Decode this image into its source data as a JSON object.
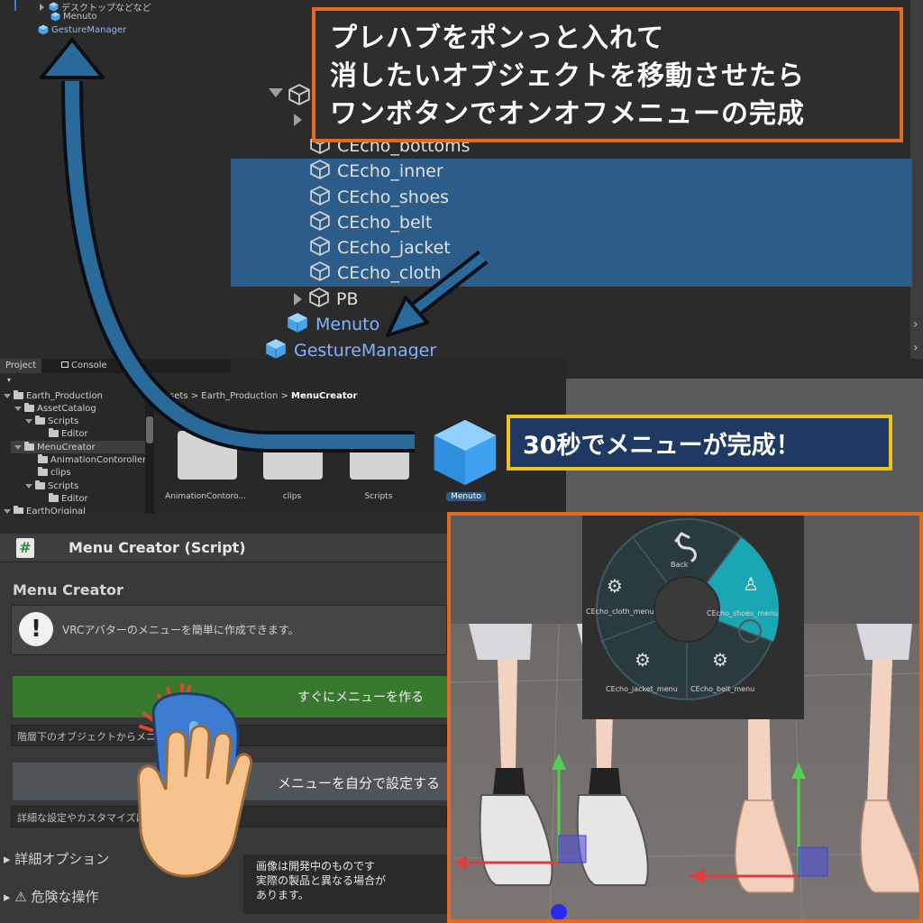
{
  "hierarchy": {
    "tiny_items": [
      "デスクトップなどなど",
      "Menuto",
      "GestureManager"
    ],
    "rows": [
      "CEcho_bottoms",
      "CEcho_inner",
      "CEcho_shoes",
      "CEcho_belt",
      "CEcho_jacket",
      "CEcho_cloth",
      "PB",
      "Menuto",
      "GestureManager"
    ]
  },
  "callouts": {
    "top_lines": [
      "プレハブをポンっと入れて",
      "消したいオブジェクトを移動させたら",
      "ワンボタンでオンオフメニューの完成"
    ],
    "middle": "30秒でメニューが完成！"
  },
  "project": {
    "tabs": [
      "Project",
      "Console"
    ],
    "tree": [
      "Earth_Production",
      "AssetCatalog",
      "Scripts",
      "Editor",
      "MenuCreator",
      "AnimationContoroller",
      "clips",
      "Scripts",
      "Editor",
      "EarthOriginal"
    ],
    "breadcrumb_prefix": "Assets > Earth_Production > ",
    "breadcrumb_current": "MenuCreator",
    "assets": [
      "AnimationContoro...",
      "clips",
      "Scripts",
      "Menuto"
    ]
  },
  "inspector": {
    "title": "Menu Creator (Script)",
    "subtitle": "Menu Creator",
    "help_text": "VRCアバターのメニューを簡単に作成できます。",
    "quick_button": "すぐにメニューを作る",
    "quick_desc": "階層下のオブジェクトからメニューを作成します。",
    "custom_button": "メニューを自分で設定する",
    "custom_desc": "詳細な設定やカスタマイズはこちら。",
    "advanced": "▸ 詳細オプション",
    "danger": "▸ ⚠ 危険な操作"
  },
  "note": [
    "画像は開発中のものです",
    "実際の製品と異なる場合が",
    "あります。"
  ],
  "radial_menu": {
    "back": "Back",
    "items": [
      "CEcho_cloth_menu",
      "CEcho_shoes_menu",
      "CEcho_jacket_menu",
      "CEcho_belt_menu"
    ]
  },
  "colors": {
    "callout_border": "#e36a25",
    "middle_callout_border": "#f2c21b",
    "selection_blue": "#2c5d8a",
    "primary_button": "#377a2e",
    "radial_highlight": "#1aa7b4"
  }
}
